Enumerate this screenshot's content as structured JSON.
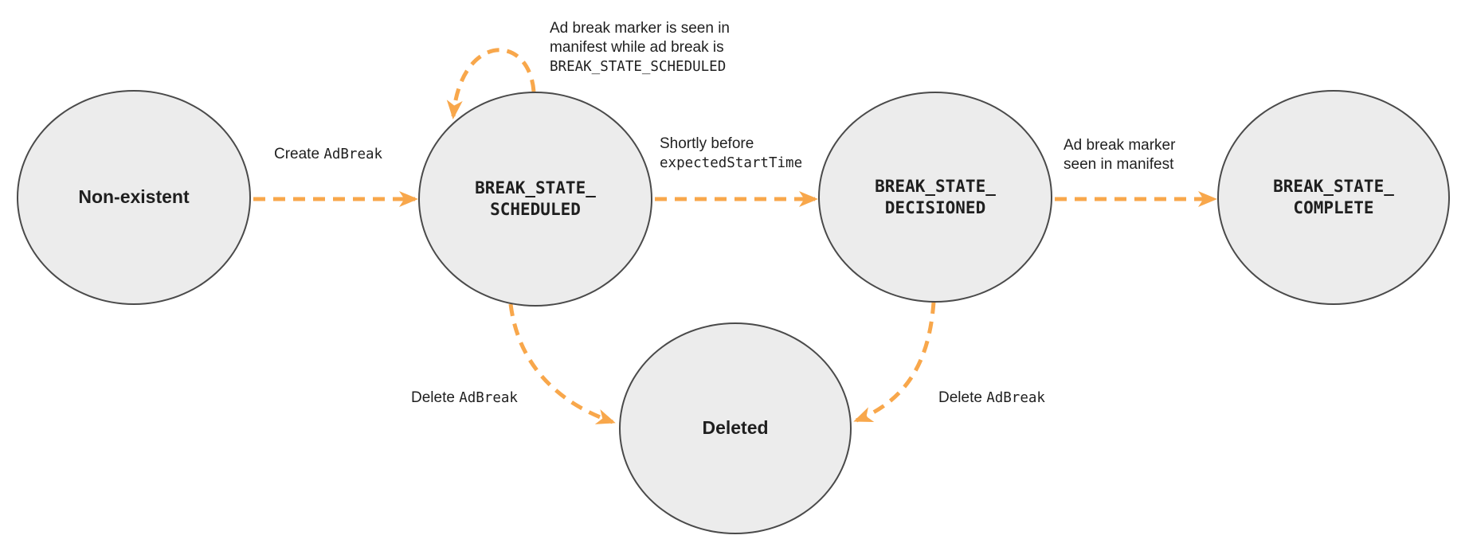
{
  "diagram_type": "state-machine",
  "colors": {
    "arrow": "#F8A74B",
    "node_fill": "#ECECEC",
    "node_border": "#4A4A4A",
    "text": "#1F1F1F",
    "background": "#FFFFFF"
  },
  "nodes": {
    "non_existent": {
      "label": "Non-existent"
    },
    "scheduled": {
      "line1": "BREAK_STATE_",
      "line2": "SCHEDULED"
    },
    "decisioned": {
      "line1": "BREAK_STATE_",
      "line2": "DECISIONED"
    },
    "complete": {
      "line1": "BREAK_STATE_",
      "line2": "COMPLETE"
    },
    "deleted": {
      "label": "Deleted"
    }
  },
  "edges": {
    "create": {
      "from": "non_existent",
      "to": "scheduled",
      "label_plain": "Create",
      "label_code": "AdBreak"
    },
    "self_loop": {
      "from": "scheduled",
      "to": "scheduled",
      "line1": "Ad break marker is seen in",
      "line2": "manifest while ad break is",
      "line3_code": "BREAK_STATE_SCHEDULED"
    },
    "decision": {
      "from": "scheduled",
      "to": "decisioned",
      "line1": "Shortly before",
      "line2_code": "expectedStartTime"
    },
    "complete": {
      "from": "decisioned",
      "to": "complete",
      "line1": "Ad break marker",
      "line2": "seen in manifest"
    },
    "delete_from_scheduled": {
      "from": "scheduled",
      "to": "deleted",
      "label_plain": "Delete",
      "label_code": "AdBreak"
    },
    "delete_from_decisioned": {
      "from": "decisioned",
      "to": "deleted",
      "label_plain": "Delete",
      "label_code": "AdBreak"
    }
  }
}
